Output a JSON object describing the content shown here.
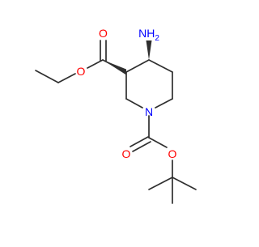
{
  "molecule": {
    "atom_labels": {
      "amino_nh2": "NH",
      "amino_subscript": "2",
      "ring_nitrogen": "N",
      "ester_carbonyl_oxygen": "O",
      "ester_ether_oxygen": "O",
      "boc_carbonyl_oxygen": "O",
      "boc_ether_oxygen": "O"
    },
    "colors": {
      "carbon_bond": "#2f2f2f",
      "oxygen": "#ff0000",
      "nitrogen": "#0000ff"
    }
  }
}
